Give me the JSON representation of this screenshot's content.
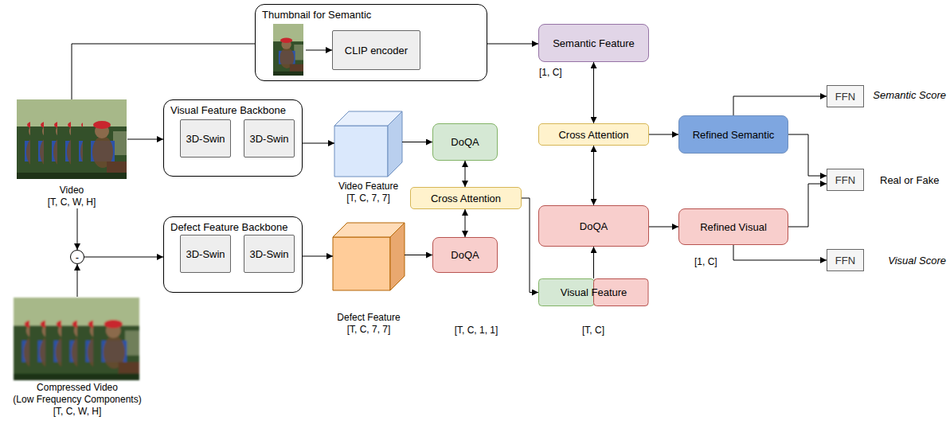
{
  "diagram": {
    "nodes": [
      {
        "text": [
          "Thumbnail for Semantic"
        ]
      },
      {
        "text": [
          "CLIP encoder"
        ],
        "in": 0
      },
      {
        "text": [
          "Semantic Feature"
        ]
      },
      {
        "text": [
          "Video",
          "[T, C, W, H]"
        ]
      },
      {
        "text": [
          "Visual Feature Backbone"
        ]
      },
      {
        "text": [
          "3D-Swin"
        ],
        "in": 4
      },
      {
        "text": [
          "3D-Swin"
        ],
        "in": 4
      },
      {
        "text": [
          "Video Feature",
          "[T, C, 7, 7]"
        ]
      },
      {
        "text": [
          "DoQA"
        ]
      },
      {
        "text": [
          "Cross Attention"
        ]
      },
      {
        "text": [
          "DoQA"
        ]
      },
      {
        "text": [
          "Defect Feature Backbone"
        ]
      },
      {
        "text": [
          "3D-Swin"
        ],
        "in": 11
      },
      {
        "text": [
          "3D-Swin"
        ],
        "in": 11
      },
      {
        "text": [
          "Defect Feature",
          "[T, C, 7, 7]"
        ]
      },
      {
        "text": [
          "-"
        ]
      },
      {
        "text": [
          "Compressed Video",
          "(Low Frequency Components)",
          "[T, C, W, H]"
        ]
      },
      {
        "text": [
          "Visual Feature"
        ]
      },
      {
        "text": [
          "Cross Attention"
        ]
      },
      {
        "text": [
          "DoQA"
        ]
      },
      {
        "text": [
          "Refined Semantic"
        ]
      },
      {
        "text": [
          "Refined Visual"
        ]
      },
      {
        "text": [
          "FFN"
        ]
      },
      {
        "text": [
          "FFN"
        ]
      },
      {
        "text": [
          "FFN"
        ]
      }
    ],
    "edges": [
      {
        "from": 3,
        "to": 0,
        "arrow": "none"
      },
      {
        "from": 0,
        "to": 2,
        "arrow": "to"
      },
      {
        "from": 3,
        "to": 4,
        "arrow": "to"
      },
      {
        "from": 3,
        "to": 15,
        "arrow": "to"
      },
      {
        "from": 16,
        "to": 15,
        "arrow": "to"
      },
      {
        "from": 15,
        "to": 11,
        "arrow": "to"
      },
      {
        "from": 4,
        "to": 7,
        "arrow": "to"
      },
      {
        "from": 11,
        "to": 14,
        "arrow": "to"
      },
      {
        "from": 7,
        "to": 8,
        "arrow": "to"
      },
      {
        "from": 14,
        "to": 10,
        "arrow": "to"
      },
      {
        "from": 8,
        "to": 9,
        "arrow": "both"
      },
      {
        "from": 9,
        "to": 10,
        "arrow": "both"
      },
      {
        "from": 9,
        "to": 17,
        "arrow": "to"
      },
      {
        "from": 17,
        "to": 19,
        "arrow": "to"
      },
      {
        "from": 2,
        "to": 18,
        "arrow": "both"
      },
      {
        "from": 18,
        "to": 19,
        "arrow": "both"
      },
      {
        "from": 18,
        "to": 20,
        "arrow": "to"
      },
      {
        "from": 19,
        "to": 21,
        "arrow": "to"
      },
      {
        "from": 20,
        "to": 22,
        "arrow": "to"
      },
      {
        "from": 20,
        "to": 23,
        "arrow": "to"
      },
      {
        "from": 21,
        "to": 23,
        "arrow": "to"
      },
      {
        "from": 21,
        "to": 24,
        "arrow": "to"
      }
    ],
    "labels": [
      "[1, C]",
      "[T, C, 1, 1]",
      "[T, C]",
      "[1, C]",
      "Semantic Score",
      "Real or Fake",
      "Visual Score"
    ]
  }
}
